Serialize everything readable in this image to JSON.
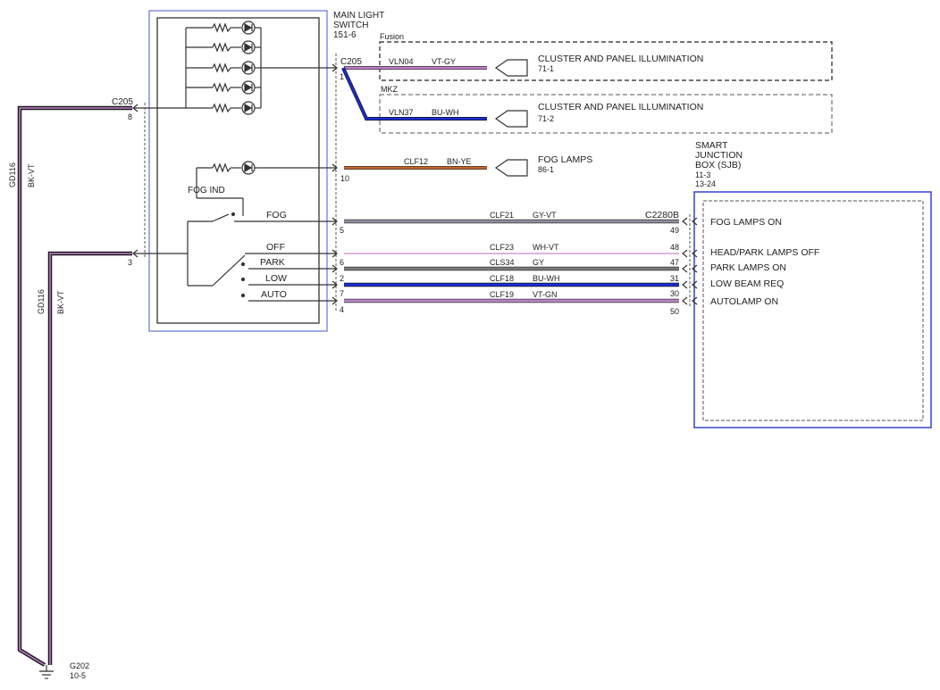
{
  "main_switch": {
    "title_line1": "MAIN LIGHT",
    "title_line2": "SWITCH",
    "ref": "151-6",
    "fog_ind": "FOG IND",
    "positions": {
      "fog": "FOG",
      "off": "OFF",
      "park": "PARK",
      "low": "LOW",
      "auto": "AUTO"
    }
  },
  "sjb": {
    "title_line1": "SMART",
    "title_line2": "JUNCTION",
    "title_line3": "BOX (SJB)",
    "ref1": "11-3",
    "ref2": "13-24",
    "connector": "C2280B",
    "inputs": {
      "fog": "FOG LAMPS ON",
      "headpark": "HEAD/PARK LAMPS OFF",
      "park": "PARK LAMPS ON",
      "lowbeam": "LOW BEAM REQ",
      "autolamp": "AUTOLAMP ON"
    },
    "pins": {
      "fog": "49",
      "headpark": "48",
      "park": "47",
      "lowbeam": "31",
      "autolamp": "30",
      "extra": "50"
    }
  },
  "connector_c205": {
    "name_top": "C205",
    "pin_1": "1",
    "name_left": "C205",
    "pin_8": "8",
    "pin_3": "3",
    "pin_10": "10",
    "pin_5": "5",
    "pin_6": "6",
    "pin_2": "2",
    "pin_7": "7",
    "pin_4": "4"
  },
  "variants": {
    "fusion": "Fusion",
    "mkz": "MKZ"
  },
  "illumination": {
    "fusion": {
      "circuit": "VLN04",
      "color": "VT-GY",
      "dest": "CLUSTER AND PANEL ILLUMINATION",
      "ref": "71-1"
    },
    "mkz": {
      "circuit": "VLN37",
      "color": "BU-WH",
      "dest": "CLUSTER AND PANEL ILLUMINATION",
      "ref": "71-2"
    }
  },
  "fog_lamps": {
    "circuit": "CLF12",
    "color": "BN-YE",
    "dest": "FOG LAMPS",
    "ref": "86-1"
  },
  "wires": {
    "fog": {
      "circuit": "CLF21",
      "color": "GY-VT"
    },
    "off": {
      "circuit": "CLF23",
      "color": "WH-VT"
    },
    "park": {
      "circuit": "CLS34",
      "color": "GY"
    },
    "low": {
      "circuit": "CLF18",
      "color": "BU-WH"
    },
    "auto": {
      "circuit": "CLF19",
      "color": "VT-GN"
    }
  },
  "ground": {
    "circuit1": "GD116",
    "color1": "BK-VT",
    "circuit2": "GD116",
    "color2": "BK-VT",
    "point": "G202",
    "ref": "10-5"
  },
  "colors": {
    "box_border": "#6f7fd6",
    "sjb_border": "#3344cc",
    "violet_gray": "#c27fd0",
    "blue": "#1a2fd6",
    "gray": "#7a7a7a",
    "gray_violet": "#8f8f9f",
    "white_violet": "#e8b8e8",
    "brown_yellow": "#c7652a",
    "violet_green": "#b985c9",
    "black_violet": "#3a1a3a"
  }
}
